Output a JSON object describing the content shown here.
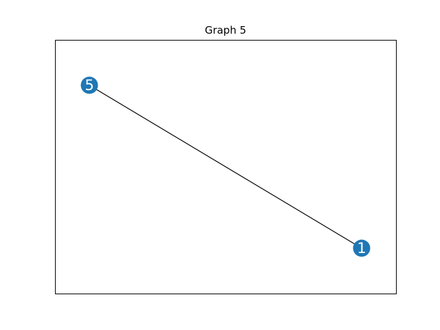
{
  "title": "Graph 5",
  "colors": {
    "node": "#1f77b4",
    "node_label": "#ffffff",
    "edge": "#000000",
    "frame": "#000000"
  },
  "nodes": [
    {
      "id": "5",
      "label": "5"
    },
    {
      "id": "1",
      "label": "1"
    }
  ],
  "edges": [
    {
      "source": "5",
      "target": "1"
    }
  ]
}
